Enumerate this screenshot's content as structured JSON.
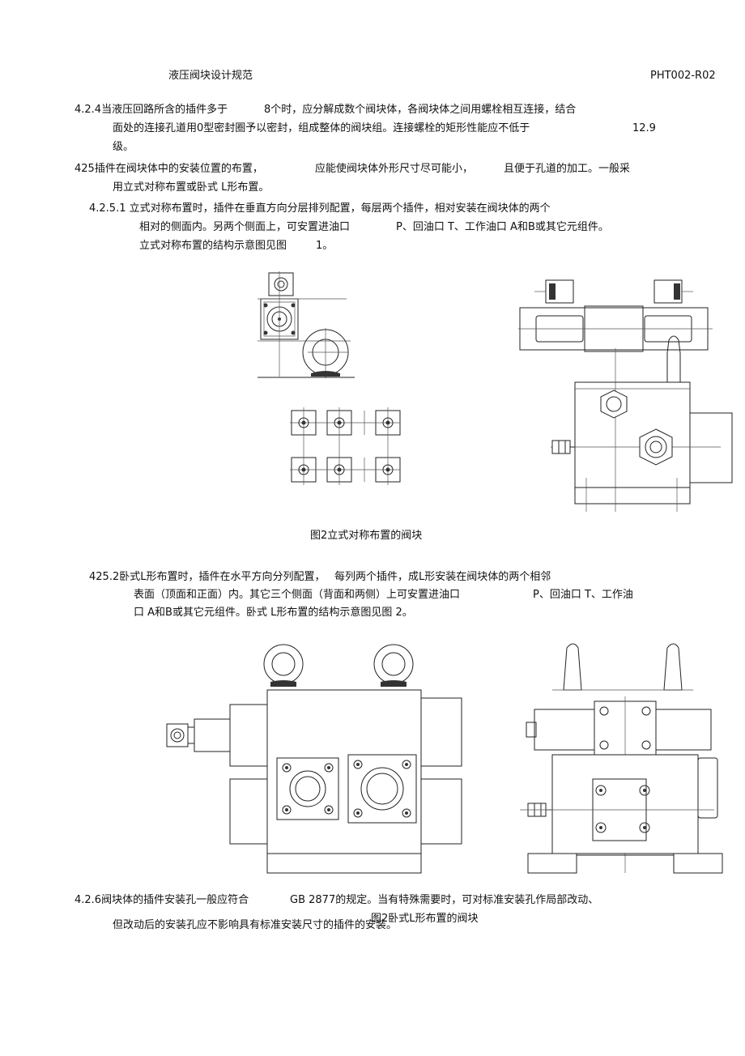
{
  "header": {
    "title": "液压阀块设计规范",
    "doc_code": "PHT002-R02"
  },
  "p424": {
    "l1a": "4.2.4当液压回路所含的插件多于",
    "l1b": "8个时，应分解成数个阀块体，各阀块体之间用螺栓相互连接，结合",
    "l2a": "面处的连接孔道用0型密封圈予以密封，组成整体的阀块组。连接螺栓的矩形性能应不低于",
    "l2b": "12.9",
    "l3": "级。"
  },
  "p425": {
    "l1a": "425插件在阀块体中的安装位置的布置，",
    "l1b": "应能使阀块体外形尺寸尽可能小，",
    "l1c": "且便于孔道的加工。一般采",
    "l2": "用立式对称布置或卧式  L形布置。"
  },
  "p4251": {
    "l1": "4.2.5.1 立式对称布置时，插件在垂直方向分层排列配置，每层两个插件，相对安装在阀块体的两个",
    "l2a": "相对的侧面内。另两个侧面上，可安置进油口",
    "l2b": "P、回油口  T、工作油口  A和B或其它元组件。",
    "l3a": "立式对称布置的结构示意图见图",
    "l3b": "1。"
  },
  "figure1": {
    "caption": "图2立式对称布置的阀块"
  },
  "p4252": {
    "l1a": "425.2卧式L形布置时，插件在水平方向分列配置，",
    "l1b": "每列两个插件，成L形安装在阀块体的两个相邻",
    "l2a": "表面（顶面和正面）内。其它三个侧面（背面和两侧）上可安置进油口",
    "l2b": "P、回油口  T、工作油",
    "l3": "口  A和B或其它元组件。卧式  L形布置的结构示意图见图  2。"
  },
  "figure2": {
    "caption": "图2卧式L形布置的阀块"
  },
  "p426": {
    "l1a": "4.2.6阀块体的插件安装孔一般应符合",
    "l1b": "GB 2877的规定。当有特殊需要时，可对标准安装孔作局部改动、",
    "l2": "但改动后的安装孔应不影响具有标准安装尺寸的插件的安装。"
  }
}
